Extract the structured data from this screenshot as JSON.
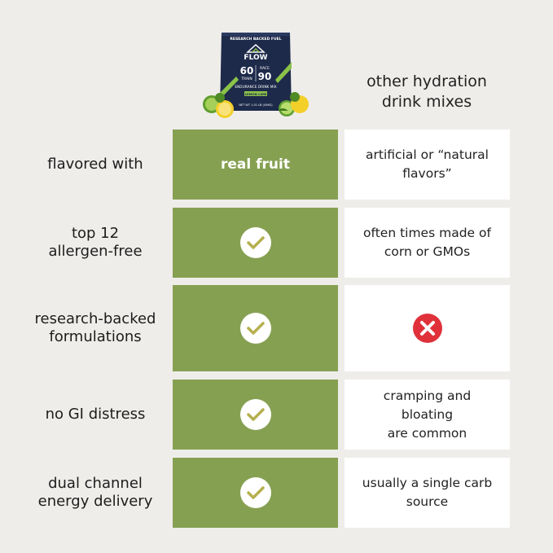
{
  "product": {
    "top_text": "RESEARCH BACKED FUEL",
    "brand": "FLOW",
    "num_left": "60",
    "label_left": "TRAIN",
    "num_right": "90",
    "label_right": "RACE",
    "subtitle": "ENDURANCE DRINK MIX",
    "flavor": "LEMON LIME",
    "net_wt": "NET WT 1.01 LB (456G)"
  },
  "other_header": {
    "line1": "other hydration",
    "line2": "drink mixes"
  },
  "rows": [
    {
      "label_line1": "flavored with",
      "label_line2": "",
      "flow_text": "real fruit",
      "other_line1": "artificial or “natural",
      "other_line2": "flavors”"
    },
    {
      "label_line1": "top 12",
      "label_line2": "allergen-free",
      "other_line1": "often times made of",
      "other_line2": "corn or GMOs"
    },
    {
      "label_line1": "research-backed",
      "label_line2": "formulations"
    },
    {
      "label_line1": "no GI distress",
      "label_line2": "",
      "other_line1": "cramping and bloating",
      "other_line2": "are common"
    },
    {
      "label_line1": "dual channel",
      "label_line2": "energy delivery",
      "other_line1": "usually a single carb",
      "other_line2": "source"
    }
  ],
  "colors": {
    "green": "#86a052",
    "check": "#b5b04e",
    "cross": "#e0313a",
    "background": "#efedea"
  },
  "icons": {
    "yes": "check-icon",
    "no": "x-icon"
  }
}
